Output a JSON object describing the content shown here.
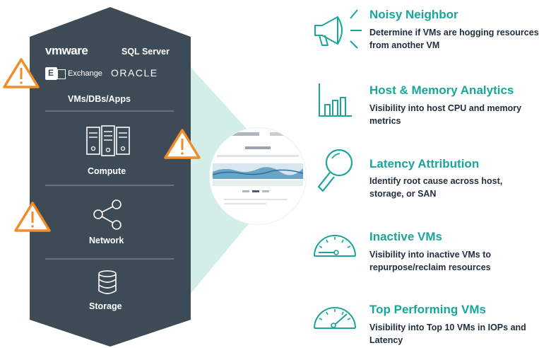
{
  "stack": {
    "vmware": "vmware",
    "sql_server": "SQL Server",
    "exchange": "Exchange",
    "oracle": "ORACLE",
    "vms_label": "VMs/DBs/Apps",
    "compute_label": "Compute",
    "network_label": "Network",
    "storage_label": "Storage",
    "bg_color": "#3d4b57"
  },
  "features": [
    {
      "title": "Noisy Neighbor",
      "desc": "Determine if VMs are hogging resources from another VM",
      "icon": "megaphone-icon"
    },
    {
      "title": "Host & Memory Analytics",
      "desc": "Visibility into host CPU and memory metrics",
      "icon": "bar-chart-icon"
    },
    {
      "title": "Latency Attribution",
      "desc": "Identify root cause across host, storage, or SAN",
      "icon": "magnifier-icon"
    },
    {
      "title": "Inactive VMs",
      "desc": "Visibility into inactive VMs to repurpose/reclaim resources",
      "icon": "gauge-low-icon"
    },
    {
      "title": "Top Performing VMs",
      "desc": "Visibility into Top 10 VMs in IOPs and Latency",
      "icon": "gauge-high-icon"
    }
  ],
  "colors": {
    "accent": "#1aa59b",
    "warning": "#f28c28",
    "text_dark": "#1f2d3d",
    "wedge": "#d3eee8"
  }
}
